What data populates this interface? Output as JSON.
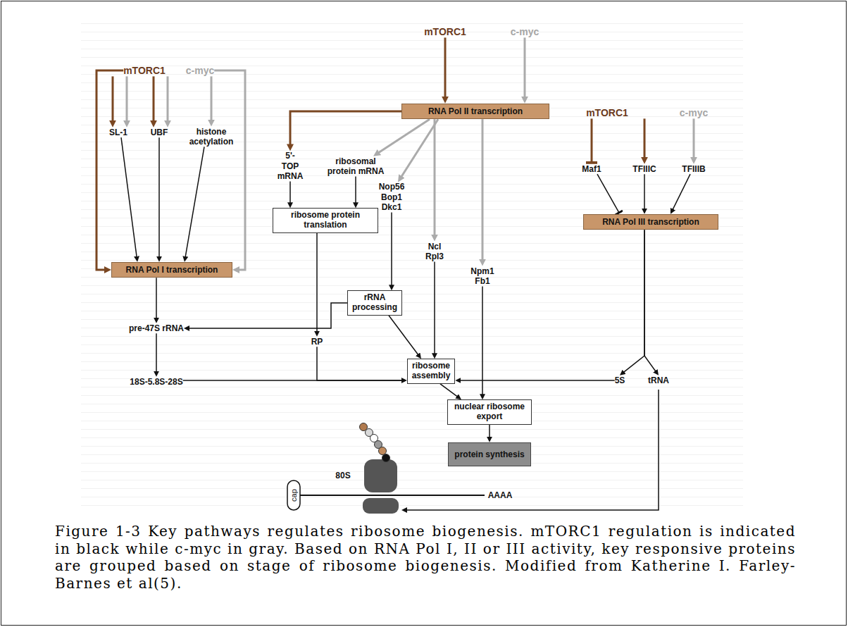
{
  "diagram": {
    "caption": "Figure 1-3 Key pathways regulates ribosome biogenesis. mTORC1 regulation is indicated in black while c-myc in gray. Based on RNA Pol I, II or III activity, key responsive proteins are grouped based on stage of ribosome biogenesis. Modified from Katherine I. Farley-Barnes et al(5).",
    "nodes": [
      {
        "text": [
          "mTORC1"
        ]
      },
      {
        "text": [
          "c-myc"
        ]
      },
      {
        "text": [
          "mTORC1"
        ]
      },
      {
        "text": [
          "c-myc"
        ]
      },
      {
        "text": [
          "RNA Pol II transcription"
        ]
      },
      {
        "text": [
          "mTORC1"
        ]
      },
      {
        "text": [
          "c-myc"
        ]
      },
      {
        "text": [
          "SL-1"
        ]
      },
      {
        "text": [
          "UBF"
        ]
      },
      {
        "text": [
          "histone acetylation"
        ]
      },
      {
        "text": [
          "5'-TOP mRNA"
        ]
      },
      {
        "text": [
          "ribosomal protein mRNA"
        ]
      },
      {
        "text": [
          "Maf1"
        ]
      },
      {
        "text": [
          "TFIIIC"
        ]
      },
      {
        "text": [
          "TFIIIB"
        ]
      },
      {
        "text": [
          "Nop56 Bop1 Dkc1"
        ]
      },
      {
        "text": [
          "ribosome protein translation"
        ]
      },
      {
        "text": [
          "RNA Pol III transcription"
        ]
      },
      {
        "text": [
          "Ncl Rpl3"
        ]
      },
      {
        "text": [
          "RNA Pol I transcription"
        ]
      },
      {
        "text": [
          "Npm1 Fb1"
        ]
      },
      {
        "text": [
          "rRNA processing"
        ]
      },
      {
        "text": [
          "pre-47S rRNA"
        ]
      },
      {
        "text": [
          "RP"
        ]
      },
      {
        "text": [
          "ribosome assembly"
        ]
      },
      {
        "text": [
          "18S-5.8S-28S"
        ]
      },
      {
        "text": [
          "5S"
        ]
      },
      {
        "text": [
          "tRNA"
        ]
      },
      {
        "text": [
          "nuclear ribosome export"
        ]
      },
      {
        "text": [
          "protein synthesis"
        ]
      }
    ],
    "edges": [
      {
        "from": 2,
        "to": 7,
        "arrow": "to"
      },
      {
        "from": 3,
        "to": 7,
        "arrow": "to"
      },
      {
        "from": 2,
        "to": 8,
        "arrow": "to"
      },
      {
        "from": 3,
        "to": 8,
        "arrow": "to"
      },
      {
        "from": 3,
        "to": 9,
        "arrow": "to"
      },
      {
        "from": 2,
        "to": 19,
        "arrow": "to"
      },
      {
        "from": 3,
        "to": 19,
        "arrow": "to"
      },
      {
        "from": 7,
        "to": 19,
        "arrow": "to"
      },
      {
        "from": 8,
        "to": 19,
        "arrow": "to"
      },
      {
        "from": 9,
        "to": 19,
        "arrow": "to"
      },
      {
        "from": 0,
        "to": 4,
        "arrow": "to"
      },
      {
        "from": 1,
        "to": 4,
        "arrow": "to"
      },
      {
        "from": 4,
        "to": 10,
        "arrow": "to"
      },
      {
        "from": 4,
        "to": 11,
        "arrow": "to"
      },
      {
        "from": 4,
        "to": 15,
        "arrow": "to"
      },
      {
        "from": 4,
        "to": 18,
        "arrow": "to"
      },
      {
        "from": 4,
        "to": 20,
        "arrow": "to"
      },
      {
        "from": 5,
        "to": 12,
        "arrow": "to"
      },
      {
        "from": 5,
        "to": 13,
        "arrow": "to"
      },
      {
        "from": 6,
        "to": 14,
        "arrow": "to"
      },
      {
        "from": 10,
        "to": 16,
        "arrow": "to"
      },
      {
        "from": 11,
        "to": 16,
        "arrow": "to"
      },
      {
        "from": 12,
        "to": 17,
        "arrow": "to"
      },
      {
        "from": 13,
        "to": 17,
        "arrow": "to"
      },
      {
        "from": 14,
        "to": 17,
        "arrow": "to"
      },
      {
        "from": 15,
        "to": 21,
        "arrow": "to"
      },
      {
        "from": 16,
        "to": 23,
        "arrow": "to"
      },
      {
        "from": 17,
        "to": 26,
        "arrow": "to"
      },
      {
        "from": 17,
        "to": 27,
        "arrow": "to"
      },
      {
        "from": 19,
        "to": 22,
        "arrow": "to"
      },
      {
        "from": 22,
        "to": 25,
        "arrow": "to"
      },
      {
        "from": 21,
        "to": 22,
        "arrow": "to"
      },
      {
        "from": 21,
        "to": 24,
        "arrow": "to"
      },
      {
        "from": 18,
        "to": 24,
        "arrow": "to"
      },
      {
        "from": 20,
        "to": 28,
        "arrow": "to"
      },
      {
        "from": 23,
        "to": 24,
        "arrow": "to"
      },
      {
        "from": 25,
        "to": 24,
        "arrow": "to"
      },
      {
        "from": 26,
        "to": 24,
        "arrow": "to"
      },
      {
        "from": 24,
        "to": 28,
        "arrow": "to"
      },
      {
        "from": 28,
        "to": 29,
        "arrow": "to"
      }
    ],
    "labels": [
      "80S",
      "cap",
      "AAAA"
    ]
  }
}
